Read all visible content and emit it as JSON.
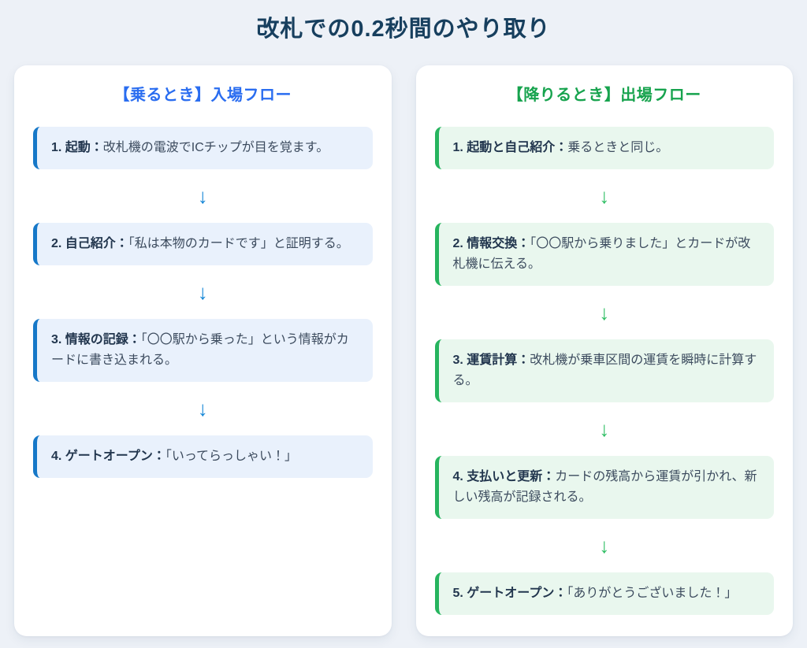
{
  "page": {
    "title": "改札での0.2秒間のやり取り",
    "background_color": "#edf1f7",
    "title_color": "#173f5e"
  },
  "columns": [
    {
      "id": "entry",
      "header": "【乗るとき】入場フロー",
      "arrow_glyph": "↓",
      "theme": {
        "header_color": "#2a6df0",
        "box_bg": "#e9f1fc",
        "box_border": "#1678c8",
        "arrow_color": "#1285d6"
      },
      "steps": [
        {
          "label": "1. 起動：",
          "text": "改札機の電波でICチップが目を覚ます。"
        },
        {
          "label": "2. 自己紹介：",
          "text": "「私は本物のカードです」と証明する。"
        },
        {
          "label": "3. 情報の記録：",
          "text": "「〇〇駅から乗った」という情報がカードに書き込まれる。"
        },
        {
          "label": "4. ゲートオープン：",
          "text": "「いってらっしゃい！」"
        }
      ]
    },
    {
      "id": "exit",
      "header": "【降りるとき】出場フロー",
      "arrow_glyph": "↓",
      "theme": {
        "header_color": "#17a34e",
        "box_bg": "#e9f7ee",
        "box_border": "#26b45e",
        "arrow_color": "#2dbd62"
      },
      "steps": [
        {
          "label": "1. 起動と自己紹介：",
          "text": "乗るときと同じ。"
        },
        {
          "label": "2. 情報交換：",
          "text": "「〇〇駅から乗りました」とカードが改札機に伝える。"
        },
        {
          "label": "3. 運賃計算：",
          "text": "改札機が乗車区間の運賃を瞬時に計算する。"
        },
        {
          "label": "4. 支払いと更新：",
          "text": "カードの残高から運賃が引かれ、新しい残高が記録される。"
        },
        {
          "label": "5. ゲートオープン：",
          "text": "「ありがとうございました！」"
        }
      ]
    }
  ]
}
